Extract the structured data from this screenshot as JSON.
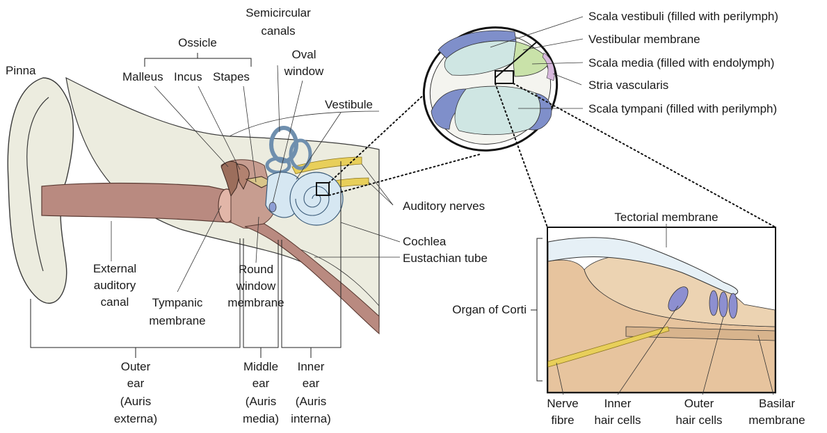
{
  "labels": {
    "pinna": "Pinna",
    "ossicle": "Ossicle",
    "malleus": "Malleus",
    "incus": "Incus",
    "stapes": "Stapes",
    "semicircular_canals": [
      "Semicircular",
      "canals"
    ],
    "oval_window": [
      "Oval",
      "window"
    ],
    "vestibule": "Vestibule",
    "auditory_nerves": "Auditory nerves",
    "cochlea": "Cochlea",
    "eustachian_tube": "Eustachian tube",
    "external_auditory_canal": [
      "External",
      "auditory",
      "canal"
    ],
    "tympanic_membrane": [
      "Tympanic",
      "membrane"
    ],
    "round_window_membrane": [
      "Round",
      "window",
      "membrane"
    ],
    "outer_ear": [
      "Outer",
      "ear",
      "(Auris",
      "externa)"
    ],
    "middle_ear": [
      "Middle",
      "ear",
      "(Auris",
      "media)"
    ],
    "inner_ear": [
      "Inner",
      "ear",
      "(Auris",
      "interna)"
    ],
    "scala_vestibuli": "Scala vestibuli (filled with perilymph)",
    "vestibular_membrane": "Vestibular membrane",
    "scala_media": "Scala media (filled with endolymph)",
    "stria_vascularis": "Stria vascularis",
    "scala_tympani": "Scala tympani (filled with perilymph)",
    "tectorial_membrane": "Tectorial membrane",
    "organ_of_corti": "Organ of Corti",
    "nerve_fibre": [
      "Nerve",
      "fibre"
    ],
    "inner_hair_cells": [
      "Inner",
      "hair cells"
    ],
    "outer_hair_cells": [
      "Outer",
      "hair cells"
    ],
    "basilar_membrane": [
      "Basilar",
      "membrane"
    ]
  },
  "colors": {
    "skin": "#ececdf",
    "skin_outline": "#3a3a3a",
    "canal": "#b98a80",
    "ossicle": "#9c6e5c",
    "cochlea": "#d6e7f2",
    "scala_blue": "#7f8fca",
    "scala_teal": "#cfe6e3",
    "scala_green": "#c9e2a9",
    "stria": "#d7b8dd",
    "nerve": "#e8cf5a",
    "corti_tan": "#e7c49e",
    "hair_cell": "#8d8fd0",
    "tectorial": "#e6f0f6"
  }
}
